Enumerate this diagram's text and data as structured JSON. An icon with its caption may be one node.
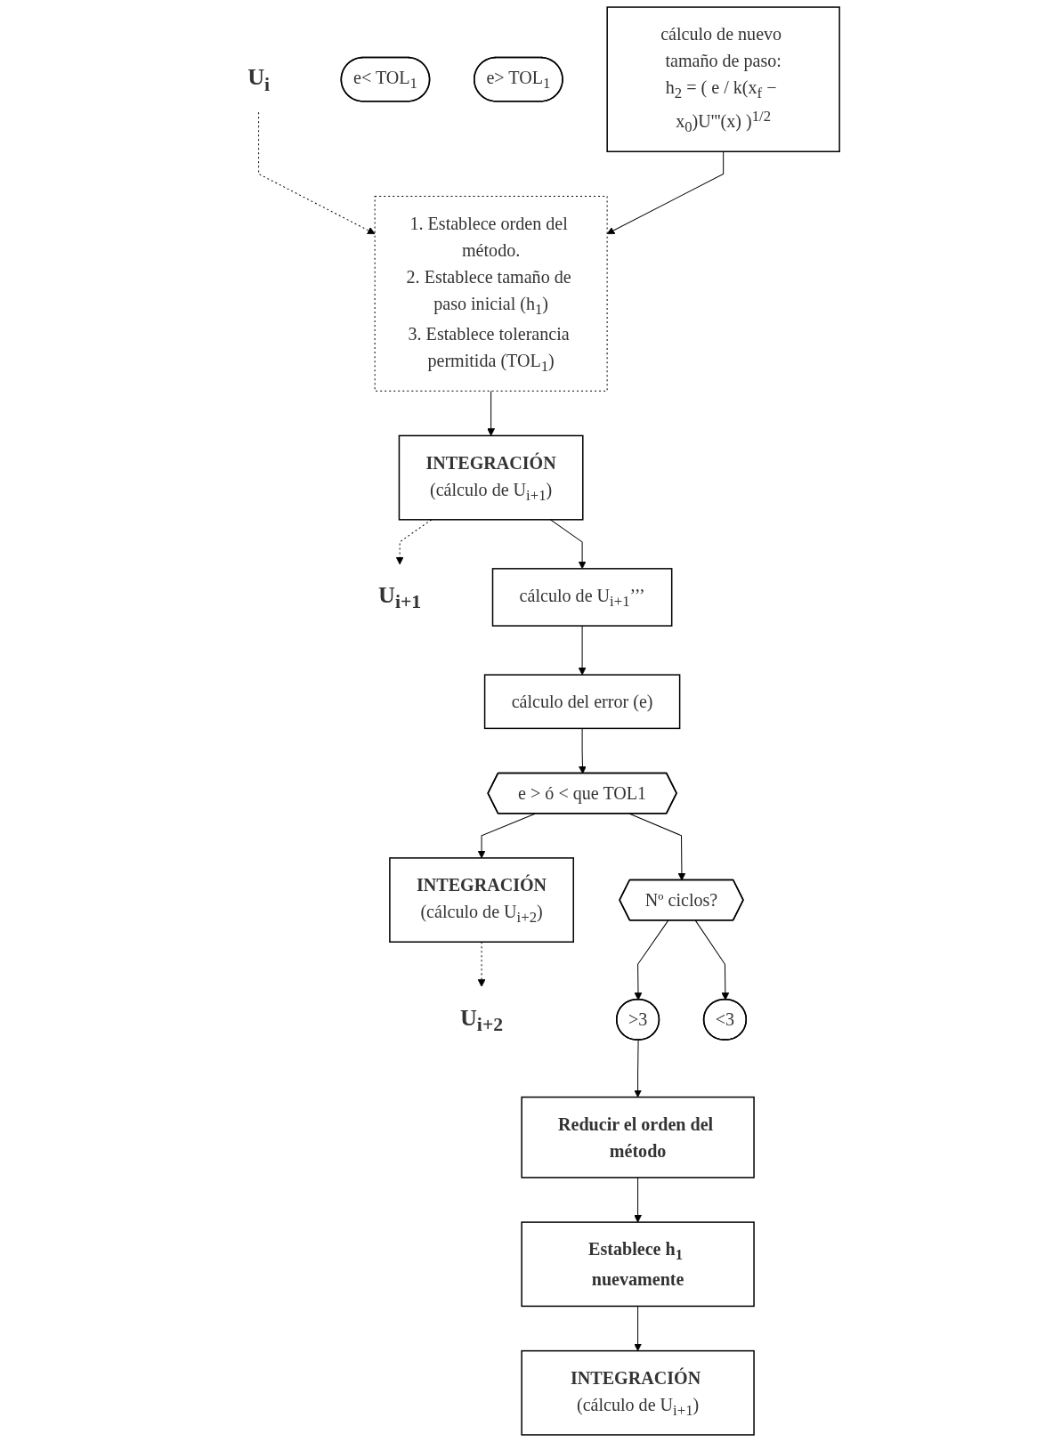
{
  "diagram": {
    "nodes": [
      {
        "text": [
          "U$_{i}$"
        ]
      },
      {
        "text": [
          "1. Establece orden del método.",
          "2. Establece tamaño de paso inicial (h$_{1}$)",
          "3. Establece tolerancia permitida (TOL$_{1}$)"
        ]
      },
      {
        "text": [
          "INTEGRACIÓN",
          "(cálculo de U$_{i+1}$)"
        ]
      },
      {
        "text": [
          "U$_{i+1}$"
        ]
      },
      {
        "text": [
          "cálculo de U$_{i+1}$’’’"
        ]
      },
      {
        "text": [
          "cálculo del error (e)"
        ]
      },
      {
        "text": [
          "e > ó < que TOL1"
        ]
      },
      {
        "text": [
          "e< TOL$_{1}$"
        ]
      },
      {
        "text": [
          "e> TOL$_{1}$"
        ]
      },
      {
        "text": [
          "INTEGRACIÓN",
          "(cálculo de U$_{i+2}$)"
        ]
      },
      {
        "text": [
          "Nº ciclos?"
        ]
      },
      {
        "text": [
          "U$_{i+2}$"
        ]
      },
      {
        "text": [
          ">3"
        ]
      },
      {
        "text": [
          "<3"
        ]
      },
      {
        "text": [
          "cálculo de nuevo tamaño de paso:",
          "h$_{2}$ = ( e / k(x$_{f}$ − x$_{0}$)U'''(x) )$^{1/2}$"
        ]
      },
      {
        "text": [
          "Reducir el orden del método"
        ]
      },
      {
        "text": [
          "Establece h$_{1}$ nuevamente"
        ]
      },
      {
        "text": [
          "**INTEGRACIÓN** (cálculo de U$_{i+1}$)"
        ]
      }
    ],
    "edges": [
      {
        "from": 0,
        "to": 1,
        "arrow": "to",
        "style": "dashed"
      },
      {
        "from": 1,
        "to": 2,
        "arrow": "to"
      },
      {
        "from": 2,
        "to": 3,
        "arrow": "to",
        "style": "dashed"
      },
      {
        "from": 2,
        "to": 4,
        "arrow": "to"
      },
      {
        "from": 4,
        "to": 5,
        "arrow": "to"
      },
      {
        "from": 5,
        "to": 6,
        "arrow": "to"
      },
      {
        "from": 6,
        "to": 9,
        "arrow": "to"
      },
      {
        "from": 6,
        "to": 10,
        "arrow": "to"
      },
      {
        "from": 9,
        "to": 11,
        "arrow": "to",
        "style": "dashed"
      },
      {
        "from": 10,
        "to": 13,
        "arrow": "to"
      },
      {
        "from": 10,
        "to": 12,
        "arrow": "to"
      },
      {
        "from": 12,
        "to": 15,
        "arrow": "to"
      },
      {
        "from": 15,
        "to": 16,
        "arrow": "to"
      },
      {
        "from": 16,
        "to": 17,
        "arrow": "to"
      },
      {
        "from": 14,
        "to": 1,
        "arrow": "to"
      }
    ]
  }
}
